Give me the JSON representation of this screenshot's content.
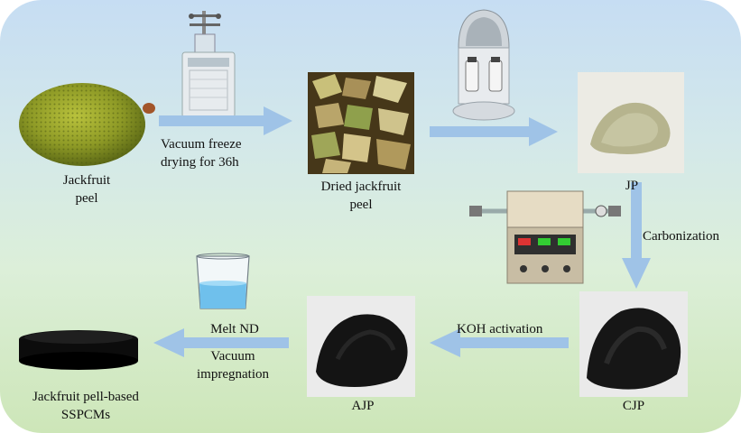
{
  "steps": {
    "jackfruit_peel_line1": "Jackfruit",
    "jackfruit_peel_line2": "peel",
    "freeze_line1": "Vacuum freeze",
    "freeze_line2": "drying for 36h",
    "dried_line1": "Dried jackfruit",
    "dried_line2": "peel",
    "jp": "JP",
    "carbonization": "Carbonization",
    "cjp": "CJP",
    "koh": "KOH activation",
    "ajp": "AJP",
    "melt_nd": "Melt ND",
    "vac_line1": "Vacuum",
    "vac_line2": "impregnation",
    "final_line1": "Jackfruit pell-based",
    "final_line2": "SSPCMs"
  },
  "colors": {
    "arrow": "#9fc3e7",
    "background_top": "#c6ddf3",
    "background_bottom": "#cde6b8"
  }
}
